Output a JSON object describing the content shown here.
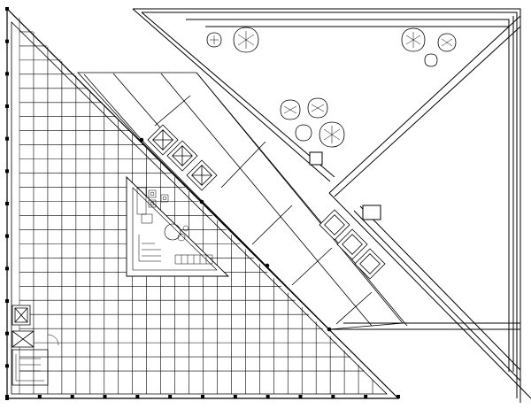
{
  "drawing": {
    "type": "architectural floor plan",
    "background": "#ffffff",
    "ink": "#000000"
  },
  "floor_plan": {
    "grid_modules": 26,
    "column_markers": 13,
    "trees": 9,
    "elevators": 5,
    "stairs": 2
  }
}
